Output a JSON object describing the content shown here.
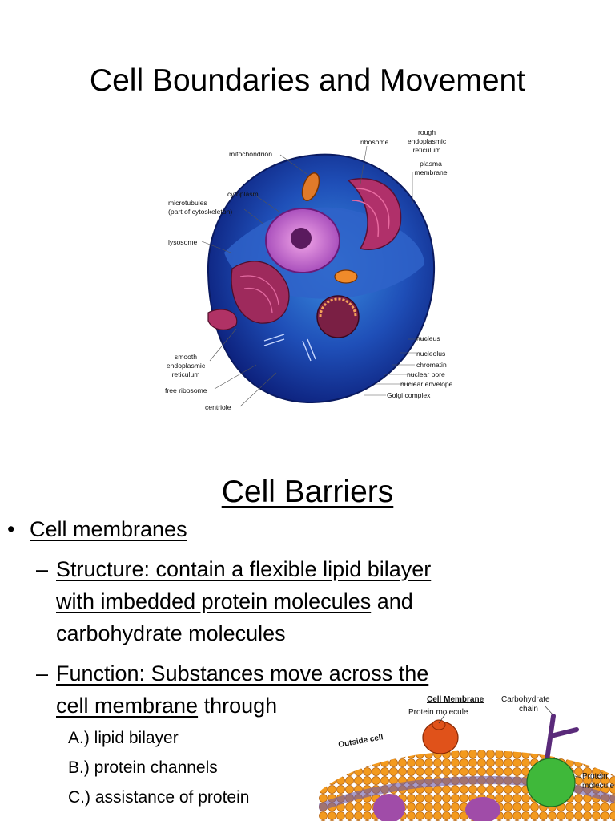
{
  "slide_title": "Cell Boundaries and Movement",
  "cell_diagram": {
    "labels": {
      "ribosome": "ribosome",
      "rough_er_1": "rough",
      "rough_er_2": "endoplasmic",
      "rough_er_3": "reticulum",
      "mitochondrion": "mitochondrion",
      "plasma_membrane_1": "plasma",
      "plasma_membrane_2": "membrane",
      "cytoplasm": "cytoplasm",
      "microtubules_1": "microtubules",
      "microtubules_2": "(part of cytoskeleton)",
      "lysosome": "lysosome",
      "nucleus": "nucleus",
      "smooth_er_1": "smooth",
      "smooth_er_2": "endoplasmic",
      "smooth_er_3": "reticulum",
      "nucleolus": "nucleolus",
      "chromatin": "chromatin",
      "nuclear_pore": "nuclear pore",
      "nuclear_envelope": "nuclear envelope",
      "free_ribosome": "free ribosome",
      "golgi_complex": "Golgi complex",
      "centriole": "centriole"
    }
  },
  "section_title": "Cell Barriers",
  "bullets": {
    "cell_membranes": "Cell membranes",
    "structure_underlined_1": "Structure: contain a flexible lipid bilayer",
    "structure_underlined_2": "with imbedded protein molecules",
    "structure_plain_2": " and",
    "structure_line_3": "carbohydrate molecules",
    "function_underlined_1": "Function: Substances move across the",
    "function_underlined_2": "cell membrane",
    "function_plain_2": " through",
    "item_a": "A.) lipid bilayer",
    "item_b": "B.) protein channels",
    "item_c": "C.) assistance of protein"
  },
  "membrane_diagram": {
    "title": "Cell Membrane",
    "protein_molecule_top": "Protein molecule",
    "carbohydrate_1": "Carbohydrate",
    "carbohydrate_2": "chain",
    "outside_cell": "Outside cell",
    "protein_right_1": "Protein",
    "protein_right_2": "molecule"
  }
}
